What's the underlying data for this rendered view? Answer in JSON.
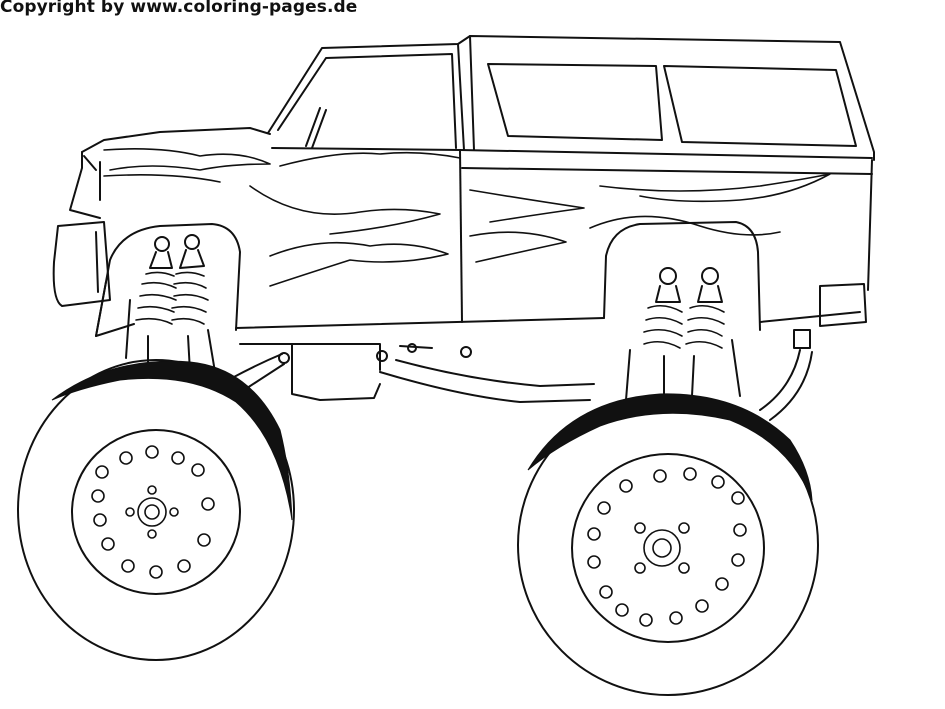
{
  "watermark": {
    "text": "Copyright by www.coloring-pages.de"
  },
  "illustration": {
    "subject": "monster-truck",
    "style": "black-and-white line-art coloring page",
    "colors": {
      "ink": "#111111",
      "paper": "#ffffff"
    }
  }
}
